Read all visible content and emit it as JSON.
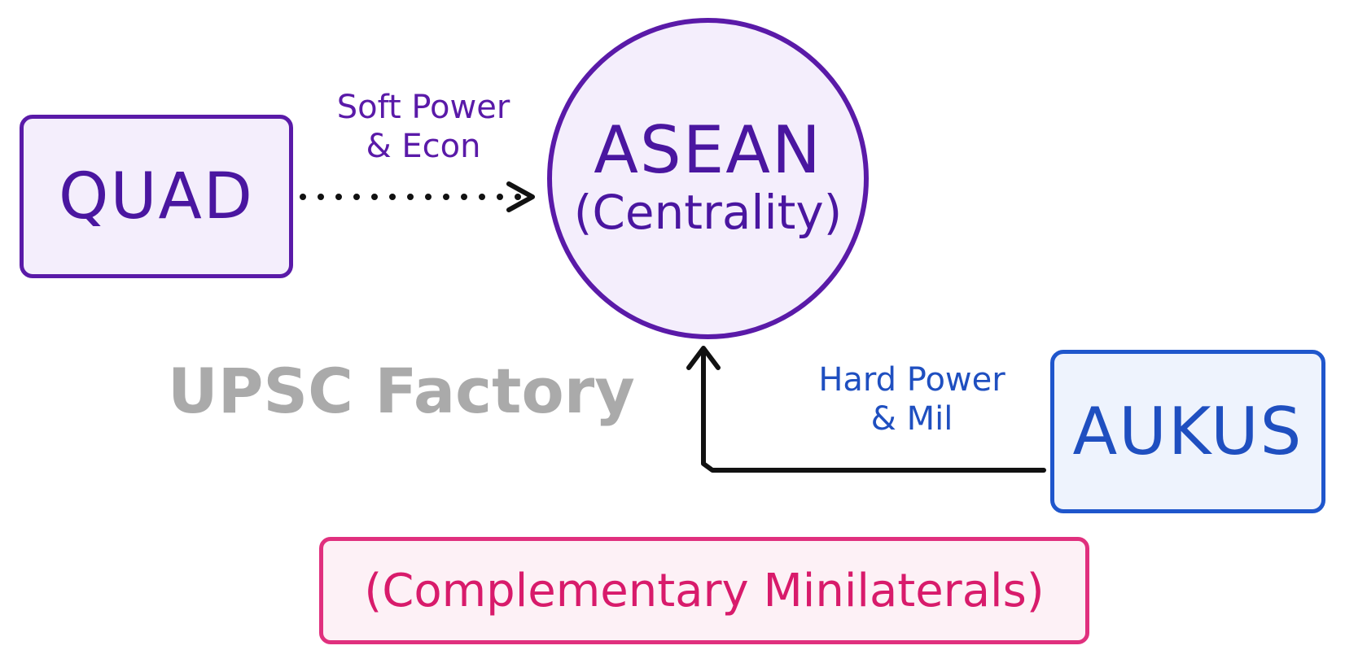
{
  "nodes": {
    "quad": "QUAD",
    "asean_title": "ASEAN",
    "asean_subtitle": "(Centrality)",
    "aukus": "AUKUS",
    "complementary": "(Complementary Minilaterals)"
  },
  "edges": {
    "quad_to_asean": {
      "line1": "Soft Power",
      "line2": "& Econ",
      "style": "dotted"
    },
    "aukus_to_asean": {
      "line1": "Hard Power",
      "line2": "& Mil",
      "style": "solid"
    }
  },
  "watermark": "UPSC Factory",
  "colors": {
    "purple": "#5a1aa8",
    "blue": "#1f56cc",
    "pink": "#e0307e",
    "arrow": "#111111",
    "watermark": "#aaaaaa"
  }
}
